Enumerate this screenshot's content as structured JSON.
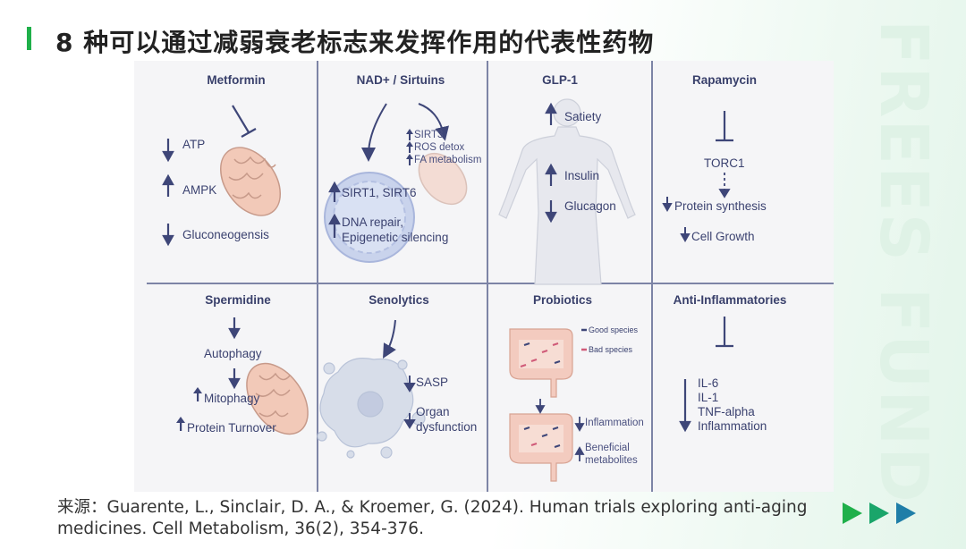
{
  "title": "8 种可以通过减弱衰老标志来发挥作用的代表性药物",
  "watermark": "FREES FUND",
  "source": "来源：Guarente, L., Sinclair, D. A., & Kroemer, G. (2024). Human trials exploring anti-aging medicines. Cell Metabolism, 36(2), 354-376.",
  "panels": {
    "metformin": {
      "title": "Metformin",
      "atp": "ATP",
      "ampk": "AMPK",
      "gluco": "Gluconeogensis"
    },
    "nad": {
      "title": "NAD+ / Sirtuins",
      "sirt3": "SIRT3",
      "ros": "ROS detox",
      "fa": "FA metabolism",
      "sirt1": "SIRT1, SIRT6",
      "dna1": "DNA repair,",
      "dna2": "Epigenetic silencing"
    },
    "glp1": {
      "title": "GLP-1",
      "satiety": "Satiety",
      "insulin": "Insulin",
      "glucagon": "Glucagon"
    },
    "rapamycin": {
      "title": "Rapamycin",
      "torc1": "TORC1",
      "protein": "Protein synthesis",
      "growth": "Cell Growth"
    },
    "spermidine": {
      "title": "Spermidine",
      "autophagy": "Autophagy",
      "mitophagy": "Mitophagy",
      "turnover": "Protein Turnover"
    },
    "senolytics": {
      "title": "Senolytics",
      "sasp": "SASP",
      "organ1": "Organ",
      "organ2": "dysfunction"
    },
    "probiotics": {
      "title": "Probiotics",
      "good": "Good species",
      "bad": "Bad species",
      "inflam": "Inflammation",
      "ben1": "Beneficial",
      "ben2": "metabolites"
    },
    "antiinflam": {
      "title": "Anti-Inflammatories",
      "il6": "IL-6",
      "il1": "IL-1",
      "tnf": "TNF-alpha",
      "inflam": "Inflammation"
    }
  },
  "colors": {
    "accent": "#1fb04a",
    "ink": "#3b4270",
    "arrow": "#3e4678"
  }
}
